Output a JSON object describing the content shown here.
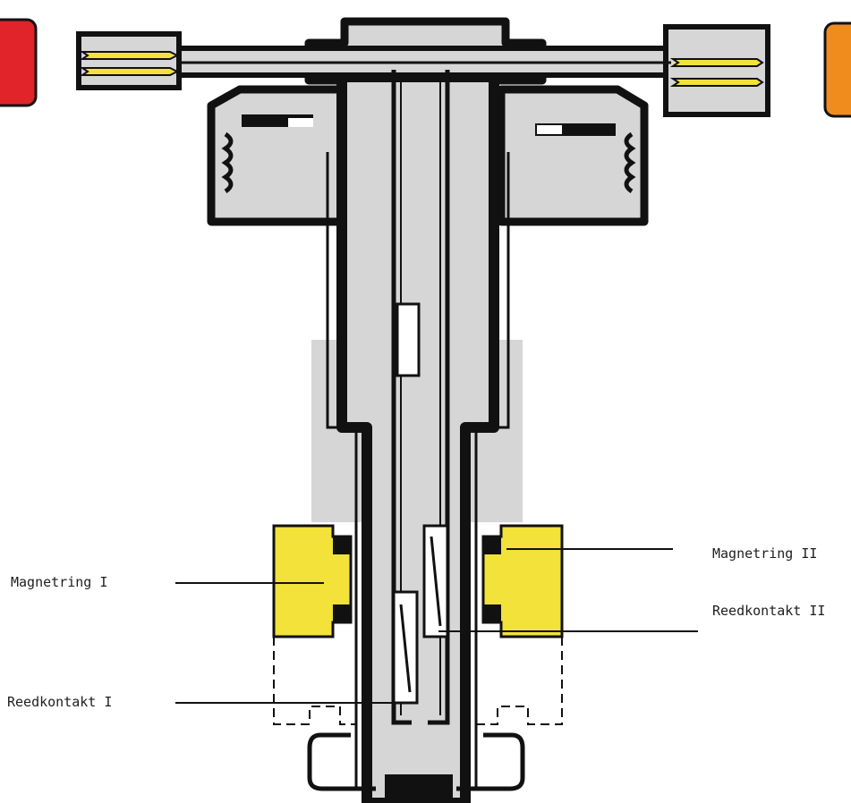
{
  "labels": {
    "magnetring_1": "Magnetring I",
    "reedkontakt_1": "Reedkontakt I",
    "magnetring_2": "Magnetring II",
    "reedkontakt_2": "Reedkontakt II"
  },
  "colors": {
    "housing_fill": "#d6d6d6",
    "outline": "#111111",
    "magnet_yellow": "#f2e23a",
    "pin_yellow": "#f2e23a",
    "indicator_red": "#e0242a",
    "indicator_orange": "#f08c1e",
    "background": "#ffffff"
  }
}
